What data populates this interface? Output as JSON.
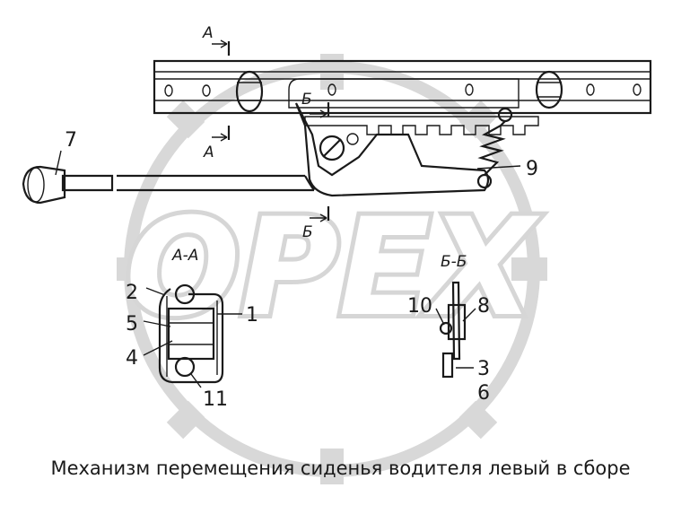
{
  "watermark": {
    "text": "OPEX"
  },
  "caption": "Механизм перемещения сиденья водителя левый в сборе",
  "section_markers": {
    "a_top": "А",
    "a_bottom": "А",
    "b_top": "Б",
    "b_bottom": "Б"
  },
  "section_titles": {
    "aa": "А-А",
    "bb": "Б-Б"
  },
  "callouts": {
    "n1": "1",
    "n2": "2",
    "n3": "3",
    "n4": "4",
    "n5": "5",
    "n6": "6",
    "n7": "7",
    "n8": "8",
    "n9": "9",
    "n10": "10",
    "n11": "11"
  }
}
